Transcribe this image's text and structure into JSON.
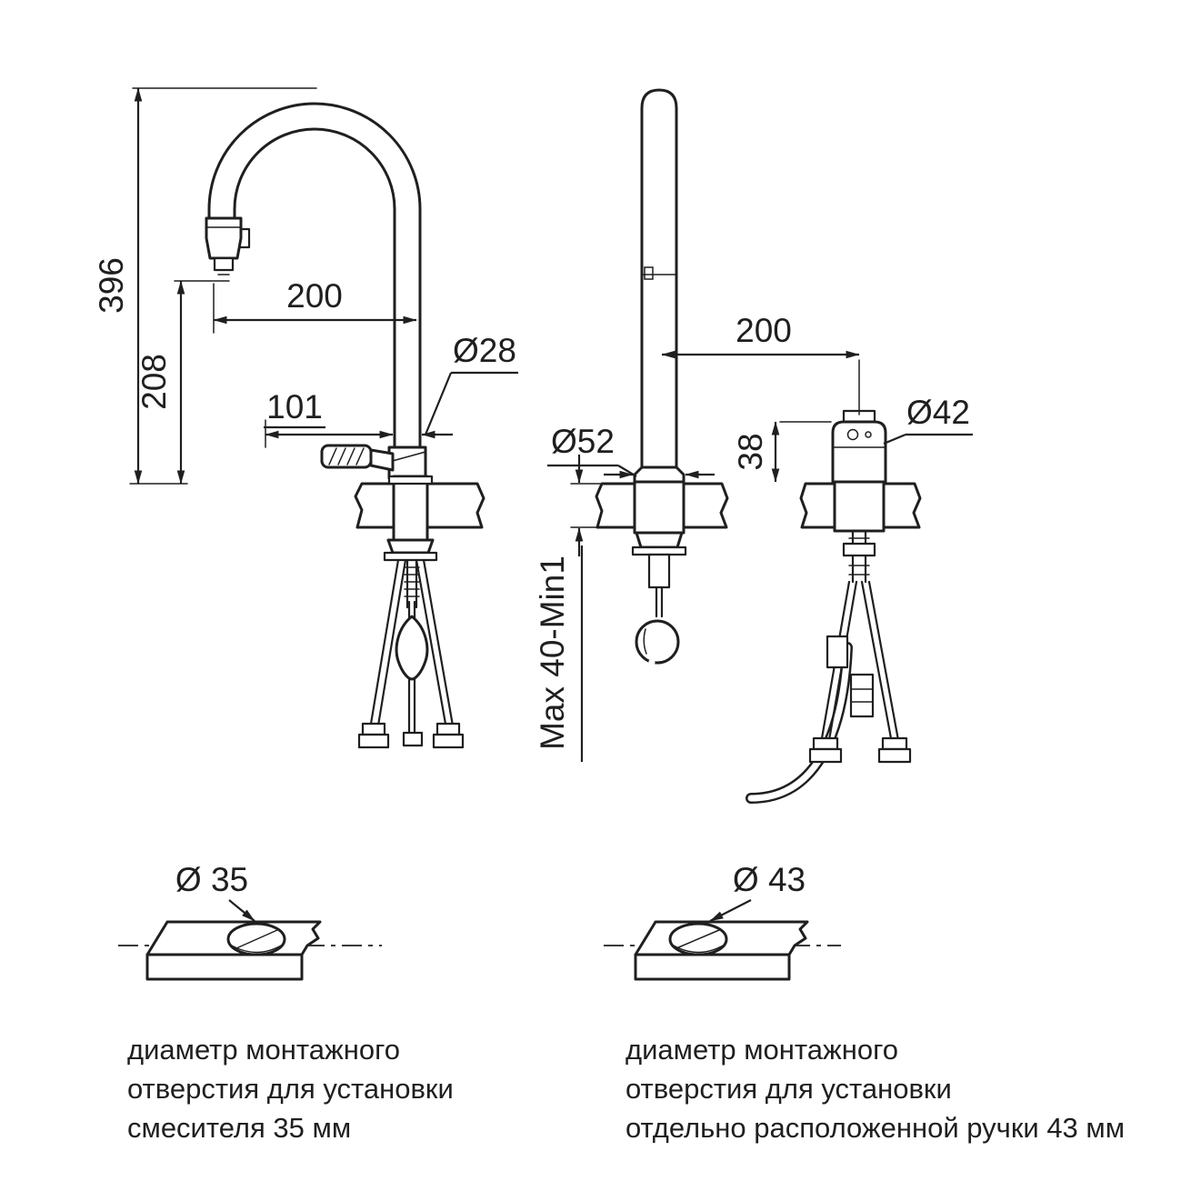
{
  "colors": {
    "line": "#1f1f1f",
    "background": "#ffffff"
  },
  "dims_left": {
    "total_height": "396",
    "spout_height": "208",
    "reach": "200",
    "spout_diameter": "Ø28",
    "handle_length": "101"
  },
  "dims_right": {
    "reach": "200",
    "base_diameter": "Ø52",
    "handle_height": "38",
    "handle_diameter": "Ø42",
    "counter_thickness": "Max 40-Min1"
  },
  "hole_left": {
    "label": "Ø 35",
    "caption": [
      "диаметр монтажного",
      "отверстия для установки",
      "смесителя 35 мм"
    ]
  },
  "hole_right": {
    "label": "Ø 43",
    "caption": [
      "диаметр монтажного",
      "отверстия для установки",
      "отдельно расположенной ручки 43 мм"
    ]
  }
}
